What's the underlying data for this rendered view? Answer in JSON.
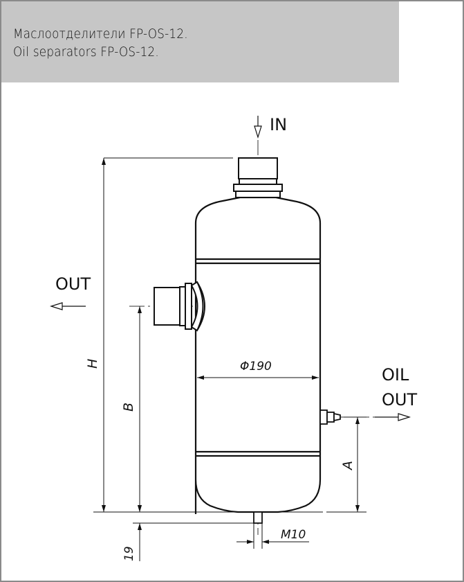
{
  "header": {
    "title_ru": "Маслоотделители FP-OS-12.",
    "title_en": "Oil separators FP-OS-12."
  },
  "labels": {
    "inlet": "IN",
    "outlet": "OUT",
    "oil_outlet_line1": "OIL",
    "oil_outlet_line2": "OUT"
  },
  "dimensions": {
    "height": "H",
    "outlet_height": "B",
    "oil_outlet_height": "A",
    "diameter": "Φ190",
    "bottom_stub": "19",
    "thread": "M10"
  }
}
